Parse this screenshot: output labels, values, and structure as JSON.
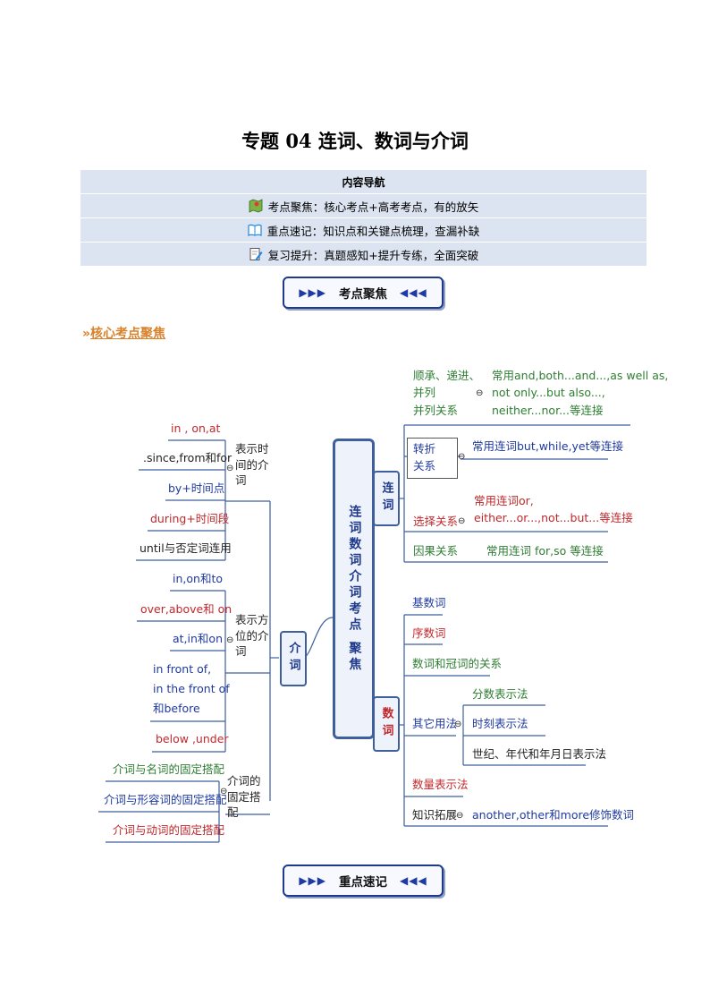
{
  "title": "专题 04  连词、数词与介词",
  "nav": {
    "heading": "内容导航",
    "rows": [
      {
        "icon": "map-icon",
        "label": "考点聚焦：核心考点+高考考点，有的放矢"
      },
      {
        "icon": "book-icon",
        "label": "重点速记：知识点和关键点梳理，查漏补缺"
      },
      {
        "icon": "edit-icon",
        "label": "复习提升：真题感知+提升专练，全面突破"
      }
    ]
  },
  "banners": {
    "focus": "考点聚焦",
    "notes": "重点速记",
    "arrows_left": "▶▶▶",
    "arrows_right": "◀◀◀"
  },
  "section_heading": {
    "marker": "»",
    "label": "核心考点聚焦"
  },
  "mindmap": {
    "center": "连词数词介词考点 聚焦",
    "prep": {
      "label": "介词",
      "time": {
        "label": "表示时间的介词",
        "items": [
          "in , on,at",
          ".since,from和for",
          "by+时间点",
          "during+时间段",
          "until与否定词连用"
        ]
      },
      "place": {
        "label": "表示方位的介词",
        "items": [
          "in,on和to",
          "over,above和 on",
          "at,in和on",
          "in front of,",
          "in the front of",
          "和before",
          "below ,under"
        ]
      },
      "fixed": {
        "label": "介词的固定搭配",
        "items": [
          "介词与名词的固定搭配",
          "介词与形容词的固定搭配",
          "介词与动词的固定搭配"
        ]
      }
    },
    "conj": {
      "label": "连词",
      "rel1": {
        "label": [
          "顺承、递进、",
          "并列",
          "并列关系"
        ],
        "desc": [
          "常用and,both...and...,as well as,",
          "not only...but also...,",
          "neither...nor...等连接"
        ]
      },
      "rel2": {
        "label": [
          "转折",
          "关系"
        ],
        "desc": "常用连词but,while,yet等连接"
      },
      "rel3": {
        "label": "选择关系",
        "desc": [
          "常用连词or,",
          "either...or...,not...but...等连接"
        ]
      },
      "rel4": {
        "label": "因果关系",
        "desc": "常用连词 for,so 等连接"
      }
    },
    "num": {
      "label": "数词",
      "items": [
        "基数词",
        "序数词",
        "数词和冠词的关系"
      ],
      "other": {
        "label": "其它用法",
        "items": [
          "分数表示法",
          "时刻表示法",
          "世纪、年代和年月日表示法"
        ]
      },
      "quantity": "数量表示法",
      "extend": {
        "label": "知识拓展",
        "desc": "another,other和more修饰数词"
      }
    },
    "collapse_symbol": "⊖"
  }
}
